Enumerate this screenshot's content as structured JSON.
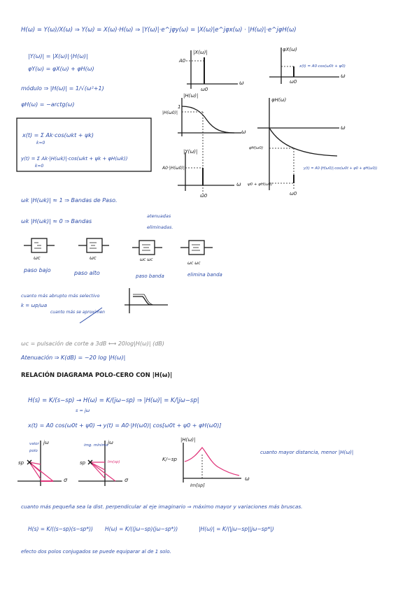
{
  "lines": {
    "l01": "H(ω) = Y(ω)/X(ω) ⇒ Y(ω) = X(ω)·H(ω) ⇒ |Y(ω)|·e^jφy(ω) = |X(ω)|e^jφx(ω) · |H(ω)|·e^jφH(ω)",
    "l02": "|Y(ω)| = |X(ω)|·|H(ω)|",
    "l03": "φY(ω) = φX(ω) + φH(ω)",
    "l04": "módulo ⇒ |H(ω)| = 1/√(ω²+1)",
    "l05": "φH(ω) = −arctg(ω)",
    "l06": "x(t) = Σ Ak·cos(ωkt + ψk)",
    "l07": "k=0",
    "l08": "y(t) = Σ Ak·|H(ωk)|·cos(ωkt + ψk + φH(ωk))",
    "l09": "k=0",
    "l10": "ωk |H(ωk)| ≈ 1 ⇒ Bandas de Paso.",
    "l11": "ωk |H(ωk)| ≈ 0 ⇒ Bandas",
    "l12": "atenuadas",
    "l13": "eliminadas.",
    "l14": "paso bajo",
    "l15": "paso alto",
    "l16": "paso banda",
    "l17": "elimina banda",
    "l18": "cuanto más abrupto más selectivo",
    "l19": "k = ωp/ωa",
    "l20": "cuanto más se aproximen",
    "l21": "ωc = pulsación de corte a 3dB ⟷ 20log|H(ω)| (dB)",
    "l22": "Atenuación ⇒ K(dB) = −20 log |H(ω)|",
    "l23": "RELACIÓN DIAGRAMA POLO-CERO CON |H(ω)|",
    "l24": "H(s) = K/(s−sp) → H(ω) = K/(jω−sp) ⇒ |H(ω)| = K/|jω−sp|",
    "l25": "s = jω",
    "l26": "x(t) = A0 cos(ω0t + ψ0) → y(t) = A0·|H(ω0)| cos[ω0t + ψ0 + φH(ω0)]",
    "l27": "cuanto mayor distancia, menor |H(ω)|",
    "l28": "cuanto más pequeña sea la dist. perpendicular al eje imaginario ⇒ máximo mayor y variaciones más bruscas.",
    "l29": "H(s) = K/((s−sp)(s−sp*))",
    "l30": "H(ω) = K/((jω−sp)(jω−sp*))",
    "l31": "|H(ω)| = K/(|jω−sp||jω−sp*|)",
    "l32": "efecto dos polos conjugados se puede equiparar al de 1 solo."
  },
  "graphs": {
    "x_mag_title": "|X(ω)|",
    "a0": "A0",
    "w0": "ω0",
    "omega": "ω",
    "h_mag_title": "|H(ω)|",
    "one": "1",
    "h_w0": "|H(ω0)|",
    "y_mag_title": "|Y(ω)|",
    "a0_h": "A0·|H(ω0)|",
    "phi_x_title": "φX(ω)",
    "phi_x_note": "x(t) = A0·cos(ω0t + ψ0)",
    "phi_h_title": "φH(ω)",
    "phi_h_w0": "φH(ω0)",
    "phi_y_note": "y(t) = A0·|H(ω0)|·cos(ω0t + ψ0 + φH(ω0))",
    "psi_sum": "ψ0 + φH(ω0)"
  },
  "filters": {
    "wc1": "ωc",
    "wc2": "ωc",
    "wc3": "ωc ωc",
    "wc4": "ωc  ωc"
  },
  "pz": {
    "jw": "jω",
    "sigma": "σ",
    "sp": "sp",
    "valor_polo": "valor polo",
    "img_minimo": "img. mínimo",
    "im_sp": "Im(sp)",
    "k_sp": "K/−sp",
    "h_title": "|H(ω)|",
    "im_sp_axis": "Im[sp]",
    "omega": "ω"
  },
  "colors": {
    "ink_blue": "#2b4ba8",
    "ink_black": "#1a1a1a",
    "pink": "#e0357a",
    "grey": "#8a8a8a"
  }
}
